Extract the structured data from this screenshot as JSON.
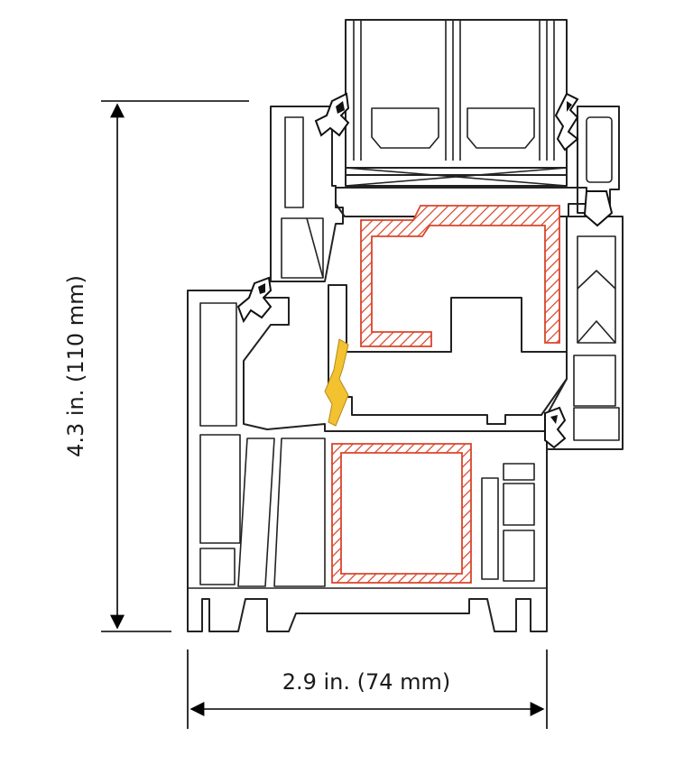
{
  "dimensions": {
    "height_label": "4.3 in. (110 mm)",
    "width_label": "2.9 in. (74 mm)"
  },
  "colors": {
    "outline": "#222222",
    "steel_reinforcement": "#d9452b",
    "gasket": "#111111",
    "glazing_bead_seal": "#f2c230",
    "background": "#ffffff"
  },
  "components": {
    "reinforcement_sash": "steel-reinforcement",
    "reinforcement_frame": "steel-reinforcement",
    "glazing": "insulated-glass-unit",
    "seal": "center-seal"
  }
}
